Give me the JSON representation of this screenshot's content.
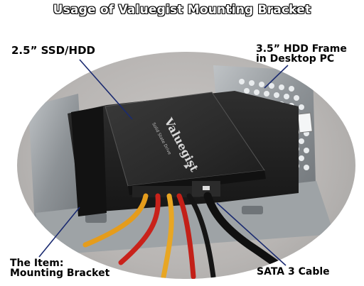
{
  "title": "Usage of Valuegist Mounting Bracket",
  "labels": {
    "ssd": "2.5” SSD/HDD",
    "hdd_line1": "3.5” HDD Frame",
    "hdd_line2": "in Desktop PC",
    "item_line1": "The Item:",
    "item_line2": "Mounting Bracket",
    "sata": "SATA 3 Cable"
  },
  "drive": {
    "brand": "Valuegist",
    "subtitle": "Solid State Drive"
  }
}
